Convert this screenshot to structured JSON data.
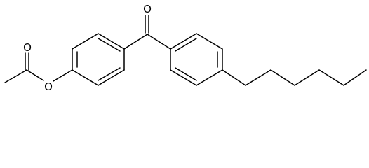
{
  "structure": {
    "kind": "skeletal-formula",
    "colors": {
      "line": "#000000",
      "background": "#ffffff"
    },
    "atom_labels": {
      "ketone_oxygen": "O",
      "ester_carbonyl_oxygen": "O",
      "ester_ether_oxygen": "O"
    }
  }
}
